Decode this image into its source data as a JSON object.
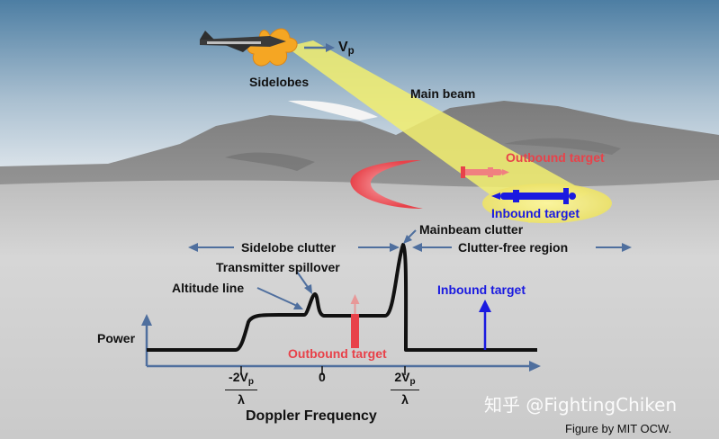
{
  "scene": {
    "velocity_label": "V",
    "velocity_sub": "p",
    "sidelobes": "Sidelobes",
    "main_beam": "Main beam",
    "outbound_target": "Outbound target",
    "inbound_target": "Inbound target"
  },
  "spectrum": {
    "sidelobe_clutter": "Sidelobe clutter",
    "mainbeam_clutter": "Mainbeam clutter",
    "clutter_free_region": "Clutter-free region",
    "transmitter_spillover": "Transmitter spillover",
    "altitude_line": "Altitude line",
    "inbound_target": "Inbound target",
    "outbound_target": "Outbound target",
    "power_label": "Power",
    "x_axis_label": "Doppler Frequency",
    "ticks": {
      "neg": {
        "num": "-2V",
        "sub": "p",
        "den": "λ"
      },
      "zero": "0",
      "pos": {
        "num": "2V",
        "sub": "p",
        "den": "λ"
      }
    }
  },
  "watermark": "知乎 @FightingChiken",
  "credit": "Figure by MIT OCW.",
  "colors": {
    "sky_top": "#4d7ea3",
    "sky_bottom": "#dfe6ec",
    "ground": "#cfcfcf",
    "mountain": "#8a8a8a",
    "beam": "#f2ef6e",
    "outbound": "#e8424a",
    "inbound": "#1a1ae0",
    "plume": "#f5a623",
    "axis": "#4f6f9e"
  }
}
